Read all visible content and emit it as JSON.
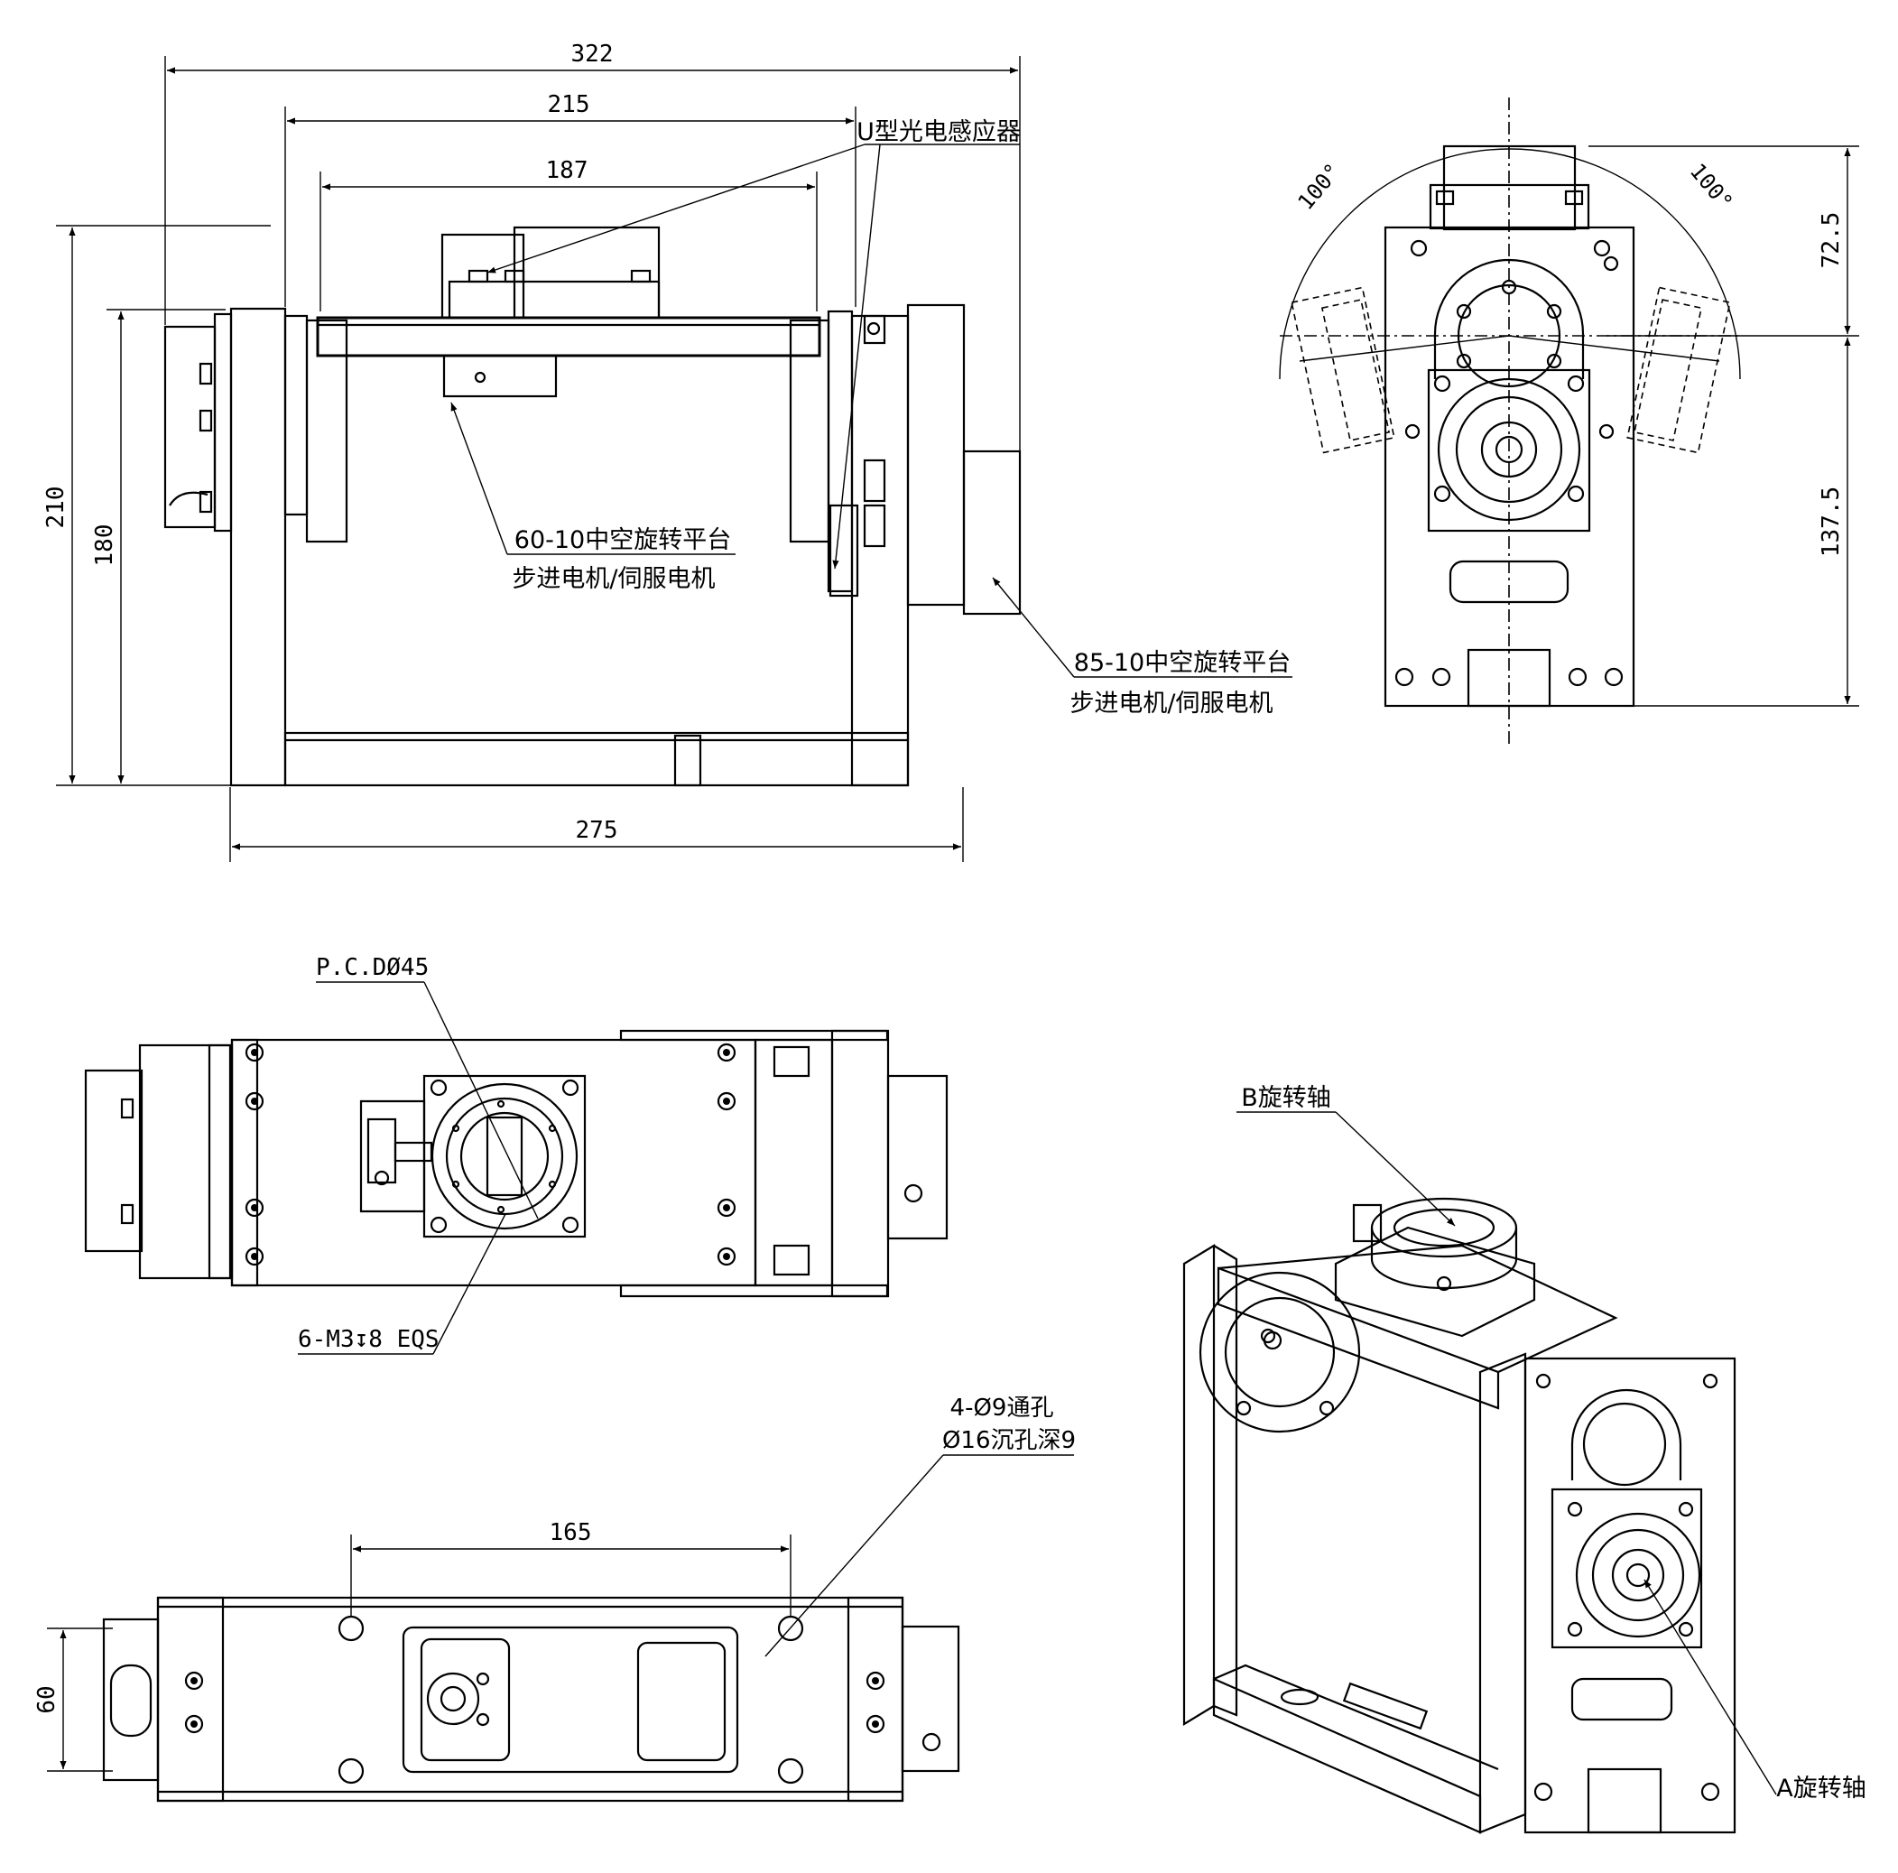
{
  "dimensions": {
    "w322": "322",
    "w215": "215",
    "w187": "187",
    "w275": "275",
    "h210": "210",
    "h180": "180",
    "r72": "72.5",
    "r137": "137.5",
    "a100l": "100°",
    "a100r": "100°",
    "w165": "165",
    "h60": "60"
  },
  "labels": {
    "sensor": "U型光电感应器",
    "platform60_line1": "60-10中空旋转平台",
    "platform60_line2": "步进电机/伺服电机",
    "platform85_line1": "85-10中空旋转平台",
    "platform85_line2": "步进电机/伺服电机",
    "pcd": "P.C.DØ45",
    "m3": "6-M3↧8 EQS",
    "hole1": "4-Ø9通孔",
    "hole2": "Ø16沉孔深9",
    "b_axis": "B旋转轴",
    "a_axis": "A旋转轴"
  }
}
